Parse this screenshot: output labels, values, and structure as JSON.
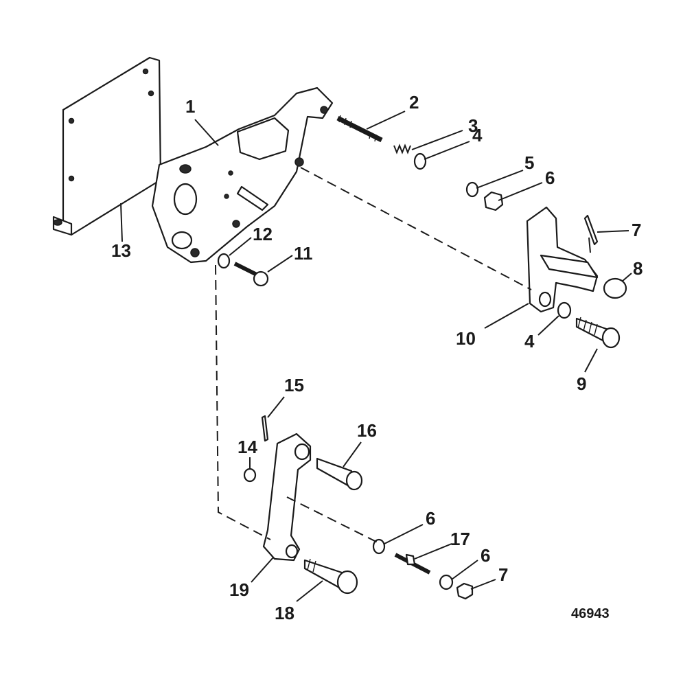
{
  "figure_id": "46943",
  "callouts": [
    "1",
    "2",
    "3",
    "4",
    "5",
    "6",
    "7",
    "8",
    "9",
    "10",
    "11",
    "12",
    "13",
    "14",
    "15",
    "16",
    "17",
    "18",
    "19",
    "4",
    "6",
    "6",
    "7"
  ]
}
